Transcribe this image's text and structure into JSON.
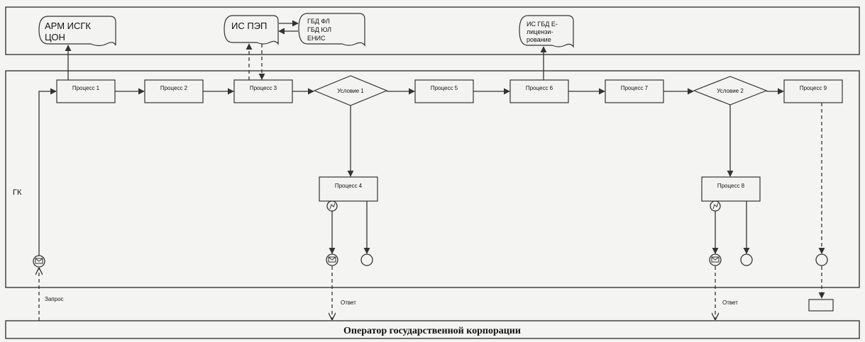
{
  "systems": {
    "arm": [
      "АРМ ИСГК",
      "ЦОН"
    ],
    "is_pep": "ИС ПЭП",
    "gbd": [
      "ГБД ФЛ",
      "ГБД ЮЛ",
      "ЕНИС"
    ],
    "is_gbd_elic": [
      "ИС ГБД Е-",
      "лицензи-",
      "рование"
    ]
  },
  "lane": {
    "label": "ГК"
  },
  "processes": {
    "p1": "Процесс 1",
    "p2": "Процесс 2",
    "p3": "Процесс 3",
    "p4": "Процесс 4",
    "p5": "Процесс 5",
    "p6": "Процесс 6",
    "p7": "Процесс 7",
    "p8": "Процесс 8",
    "p9": "Процесс 9"
  },
  "conditions": {
    "c1": "Условие 1",
    "c2": "Условие 2"
  },
  "messages": {
    "request": "Запрос",
    "response1": "Ответ",
    "response2": "Ответ"
  },
  "operator": "Оператор государственной корпорации"
}
